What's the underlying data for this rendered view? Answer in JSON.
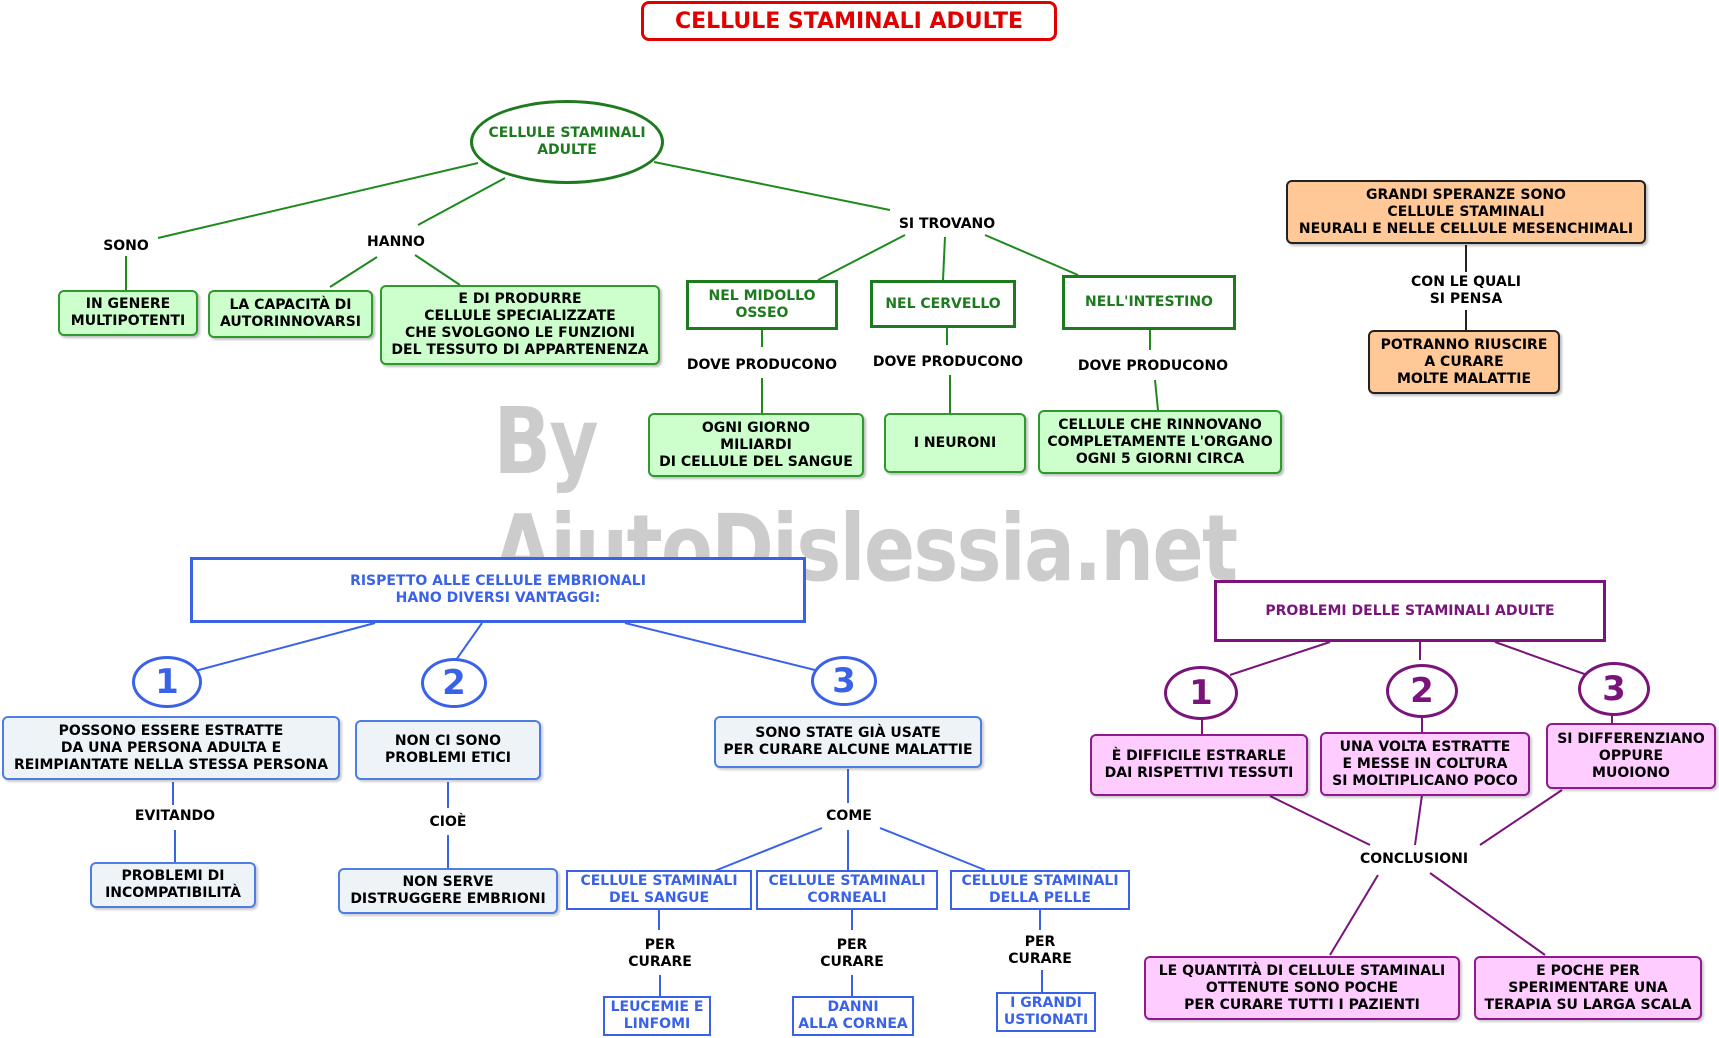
{
  "title": "CELLULE STAMINALI ADULTE",
  "watermark": "By AiutoDislessia.net",
  "colors": {
    "title": "#e00000",
    "green": "#1e7a1e",
    "blue": "#3a62e8",
    "purple": "#7a147a",
    "orange": "#ffc896",
    "pink": "#ffccff",
    "pale_green": "#ccffcc"
  },
  "top": {
    "root": "CELLULE STAMINALI\nADULTE",
    "sono": "SONO",
    "hanno": "HANNO",
    "si_trovano": "SI TROVANO",
    "multipotenti": "IN GENERE\nMULTIPOTENTI",
    "autorinnovarsi": "LA CAPACITÀ DI\nAUTORINNOVARSI",
    "produrre": "E DI PRODURRE\nCELLULE SPECIALIZZATE\nCHE SVOLGONO LE FUNZIONI\nDEL TESSUTO DI APPARTENENZA",
    "midollo": "NEL MIDOLLO\nOSSEO",
    "cervello": "NEL CERVELLO",
    "intestino": "NELL'INTESTINO",
    "dove1": "DOVE PRODUCONO",
    "dove2": "DOVE PRODUCONO",
    "dove3": "DOVE PRODUCONO",
    "sangue": "OGNI GIORNO\nMILIARDI\nDI CELLULE DEL SANGUE",
    "neuroni": "I NEURONI",
    "rinnovano": "CELLULE CHE RINNOVANO\nCOMPLETAMENTE L'ORGANO\nOGNI 5 GIORNI CIRCA"
  },
  "hopes": {
    "head": "GRANDI SPERANZE SONO\nCELLULE STAMINALI\nNEURALI E NELLE CELLULE MESENCHIMALI",
    "link": "CON LE QUALI\nSI PENSA",
    "result": "POTRANNO RIUSCIRE\nA CURARE\nMOLTE MALATTIE"
  },
  "advantages": {
    "head": "RISPETTO ALLE CELLULE EMBRIONALI\nHANO DIVERSI VANTAGGI:",
    "n1": "1",
    "n2": "2",
    "n3": "3",
    "a1": "POSSONO ESSERE ESTRATTE\nDA UNA PERSONA ADULTA E\nREIMPIANTATE NELLA STESSA PERSONA",
    "a2": "NON CI SONO\nPROBLEMI ETICI",
    "a3": "SONO STATE GIÀ USATE\nPER CURARE ALCUNE MALATTIE",
    "evitando": "EVITANDO",
    "cioe": "CIOÈ",
    "come": "COME",
    "incompat": "PROBLEMI DI\nINCOMPATIBILITÀ",
    "embrioni": "NON SERVE\nDISTRUGGERE EMBRIONI",
    "st_sangue": "CELLULE STAMINALI\nDEL SANGUE",
    "st_cornea": "CELLULE STAMINALI\nCORNEALI",
    "st_pelle": "CELLULE STAMINALI\nDELLA PELLE",
    "per1": "PER\nCURARE",
    "per2": "PER\nCURARE",
    "per3": "PER\nCURARE",
    "leucemie": "LEUCEMIE E\nLINFOMI",
    "danni": "DANNI\nALLA CORNEA",
    "ustionati": "I GRANDI\nUSTIONATI"
  },
  "problems": {
    "head": "PROBLEMI DELLE STAMINALI ADULTE",
    "n1": "1",
    "n2": "2",
    "n3": "3",
    "p1": "È DIFFICILE ESTRARLE\nDAI RISPETTIVI TESSUTI",
    "p2": "UNA VOLTA ESTRATTE\nE MESSE IN COLTURA\nSI MOLTIPLICANO POCO",
    "p3": "SI DIFFERENZIANO\nOPPURE\nMUOIONO",
    "conclusioni": "CONCLUSIONI",
    "c1": "LE QUANTITÀ DI CELLULE STAMINALI\nOTTENUTE SONO POCHE\nPER CURARE TUTTI I PAZIENTI",
    "c2": "E POCHE PER\nSPERIMENTARE UNA\nTERAPIA SU LARGA SCALA"
  }
}
